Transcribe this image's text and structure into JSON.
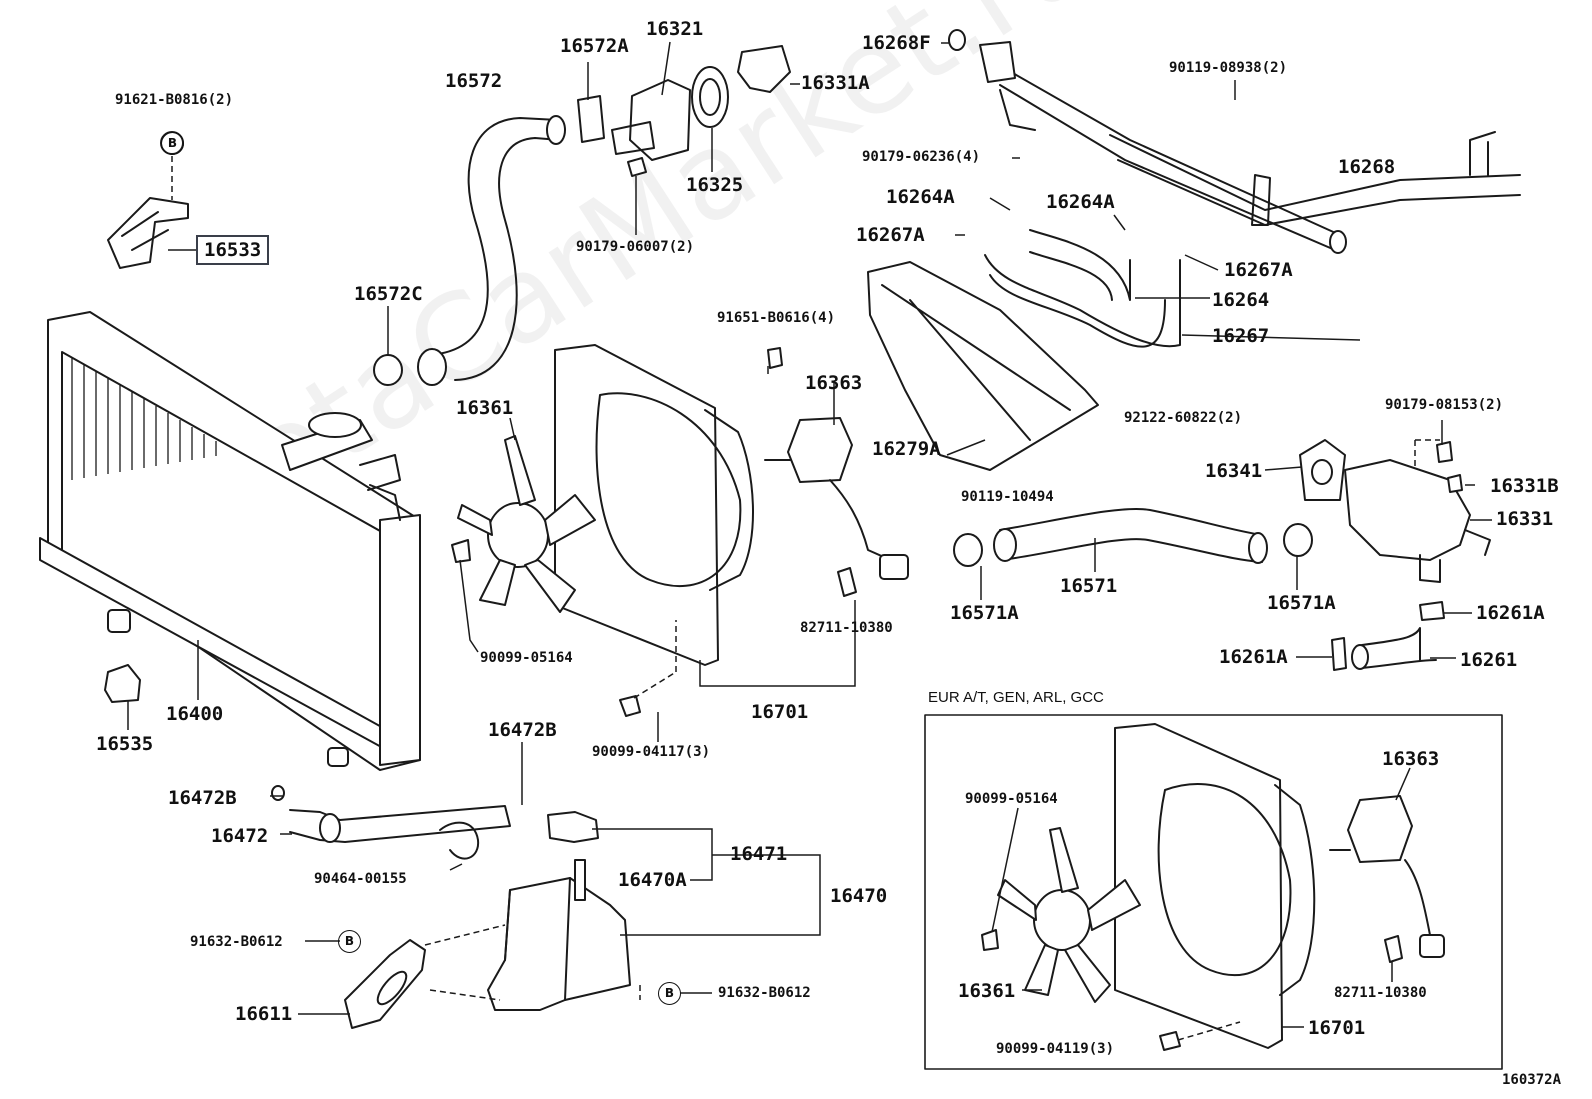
{
  "watermark": "ToyotaCarMarket.ru",
  "highlight_color": "#3a3f4a",
  "inset_title": "EUR A/T, GEN, ARL, GCC",
  "figure_code": "160372A",
  "bolt_mark_symbol": "B",
  "parts": {
    "p91621": "91621-B0816(2)",
    "p16533": "16533",
    "p16572": "16572",
    "p16572A": "16572A",
    "p16321": "16321",
    "p16331A": "16331A",
    "p16325": "16325",
    "p90179_06007": "90179-06007(2)",
    "p16572C": "16572C",
    "p16268F": "16268F",
    "p90119_08938": "90119-08938(2)",
    "p90179_06236": "90179-06236(4)",
    "p16268": "16268",
    "p16264A_1": "16264A",
    "p16264A_2": "16264A",
    "p16267A_1": "16267A",
    "p16267A_2": "16267A",
    "p16264": "16264",
    "p16267": "16267",
    "p91651": "91651-B0616(4)",
    "p16363": "16363",
    "p16361": "16361",
    "p16279A": "16279A",
    "p92122": "92122-60822(2)",
    "p90179_08153": "90179-08153(2)",
    "p16341": "16341",
    "p16331B": "16331B",
    "p16331": "16331",
    "p90119_10494": "90119-10494",
    "p16571A_1": "16571A",
    "p16571": "16571",
    "p16571A_2": "16571A",
    "p16261A_1": "16261A",
    "p16261A_2": "16261A",
    "p16261": "16261",
    "p90099_05164": "90099-05164",
    "p82711": "82711-10380",
    "p16701": "16701",
    "p16400": "16400",
    "p16535": "16535",
    "p90099_04117": "90099-04117(3)",
    "p16472B_1": "16472B",
    "p16472B_2": "16472B",
    "p16472": "16472",
    "p90464": "90464-00155",
    "p16471": "16471",
    "p16470A": "16470A",
    "p16470": "16470",
    "p91632_1": "91632-B0612",
    "p91632_2": "91632-B0612",
    "p16611": "16611",
    "in_90099_05164": "90099-05164",
    "in_16363": "16363",
    "in_16361": "16361",
    "in_82711": "82711-10380",
    "in_90099_04119": "90099-04119(3)",
    "in_16701": "16701"
  }
}
